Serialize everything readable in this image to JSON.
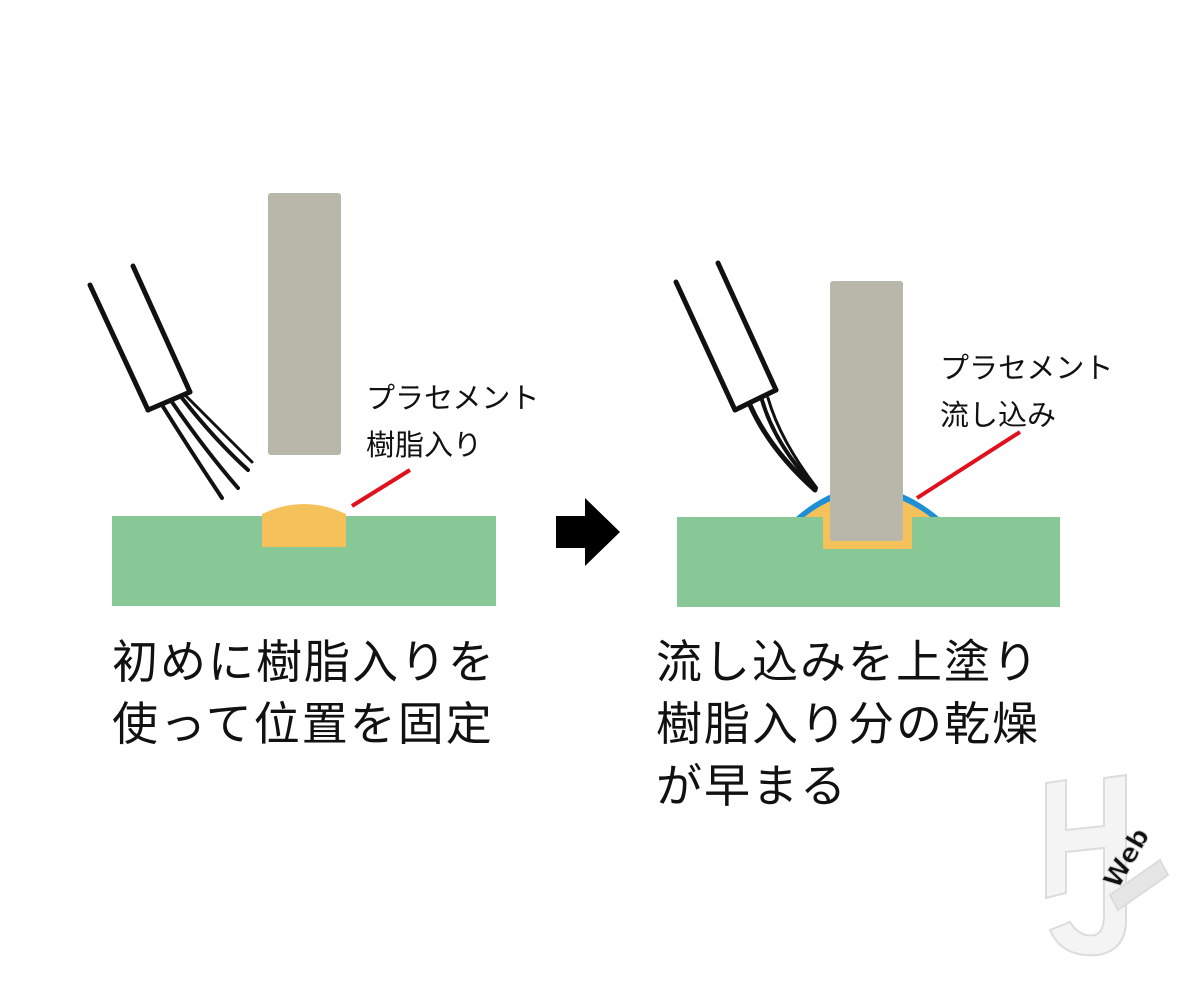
{
  "left_panel": {
    "label_lines": [
      "プラセメント",
      "樹脂入り"
    ],
    "caption_lines": [
      "初めに樹脂入りを",
      "使って位置を固定"
    ]
  },
  "right_panel": {
    "label_lines": [
      "プラセメント",
      "流し込み"
    ],
    "caption_lines": [
      "流し込みを上塗り",
      "樹脂入り分の乾燥",
      "が早まる"
    ]
  },
  "logo": {
    "text": "H Web"
  },
  "colors": {
    "board": "#88c796",
    "resin": "#f4c15a",
    "pin": "#b8b7aa",
    "coat": "#1c8fd6",
    "leader": "#e0101c",
    "ink": "#111111"
  }
}
